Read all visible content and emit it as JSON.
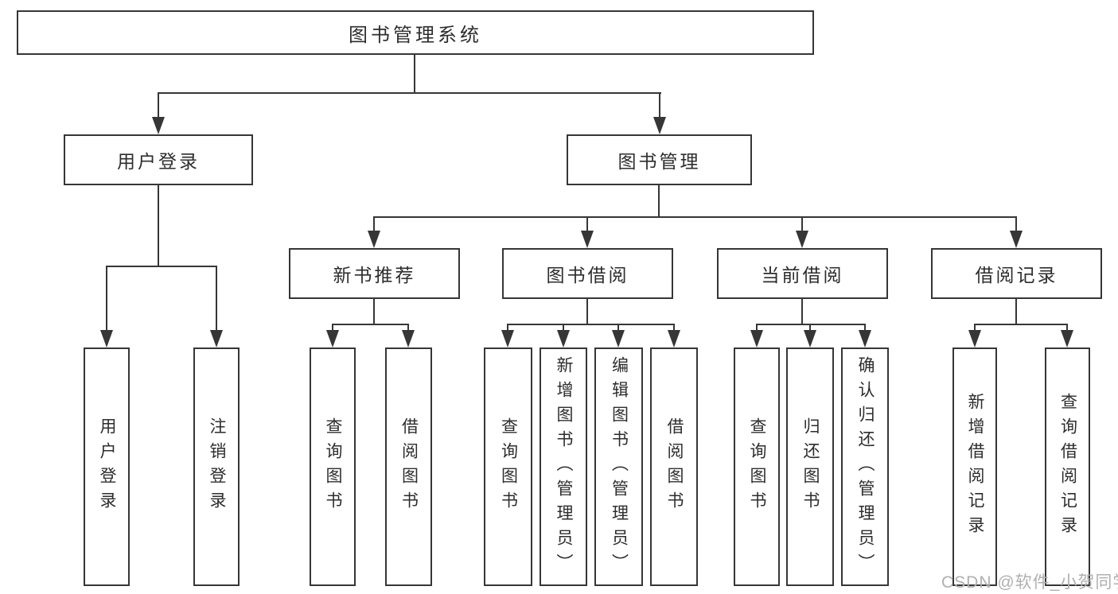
{
  "tree": {
    "root": {
      "label": "图书管理系统"
    },
    "branches": [
      {
        "label": "用户登录",
        "children": [
          {
            "label": "用户登录"
          },
          {
            "label": "注销登录"
          }
        ]
      },
      {
        "label": "图书管理",
        "children": [
          {
            "label": "新书推荐",
            "children": [
              {
                "label": "查询图书"
              },
              {
                "label": "借阅图书"
              }
            ]
          },
          {
            "label": "图书借阅",
            "children": [
              {
                "label": "查询图书"
              },
              {
                "label": "新增图书（管理员）"
              },
              {
                "label": "编辑图书（管理员）"
              },
              {
                "label": "借阅图书"
              }
            ]
          },
          {
            "label": "当前借阅",
            "children": [
              {
                "label": "查询图书"
              },
              {
                "label": "归还图书"
              },
              {
                "label": "确认归还（管理员）"
              }
            ]
          },
          {
            "label": "借阅记录",
            "children": [
              {
                "label": "新增借阅记录"
              },
              {
                "label": "查询借阅记录"
              }
            ]
          }
        ]
      }
    ]
  },
  "watermark": {
    "text": "CSDN @软件_小贺同学"
  },
  "colors": {
    "line": "#363636",
    "box_border": "#363636",
    "box_background": "#ffffff",
    "text": "#2d2d2d",
    "watermark": "#b0b0b0"
  }
}
